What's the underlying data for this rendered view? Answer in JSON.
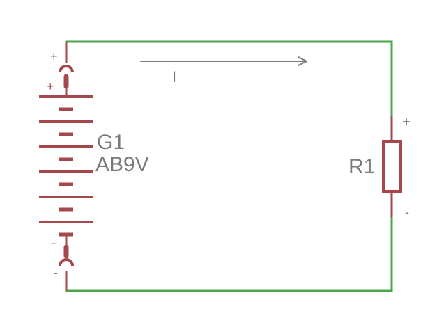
{
  "battery": {
    "name": "G1",
    "value": "AB9V",
    "top_outer_sign": "+",
    "top_inner_sign": "+",
    "bottom_inner_sign": "-",
    "bottom_outer_sign": "-"
  },
  "resistor": {
    "name": "R1",
    "top_sign": "+",
    "bottom_sign": "-"
  },
  "current": {
    "label": "I"
  },
  "colors": {
    "wire": "#4aa64a",
    "component": "#a5474b",
    "text": "#7a7a7a",
    "arrow": "#7a7a7a"
  }
}
